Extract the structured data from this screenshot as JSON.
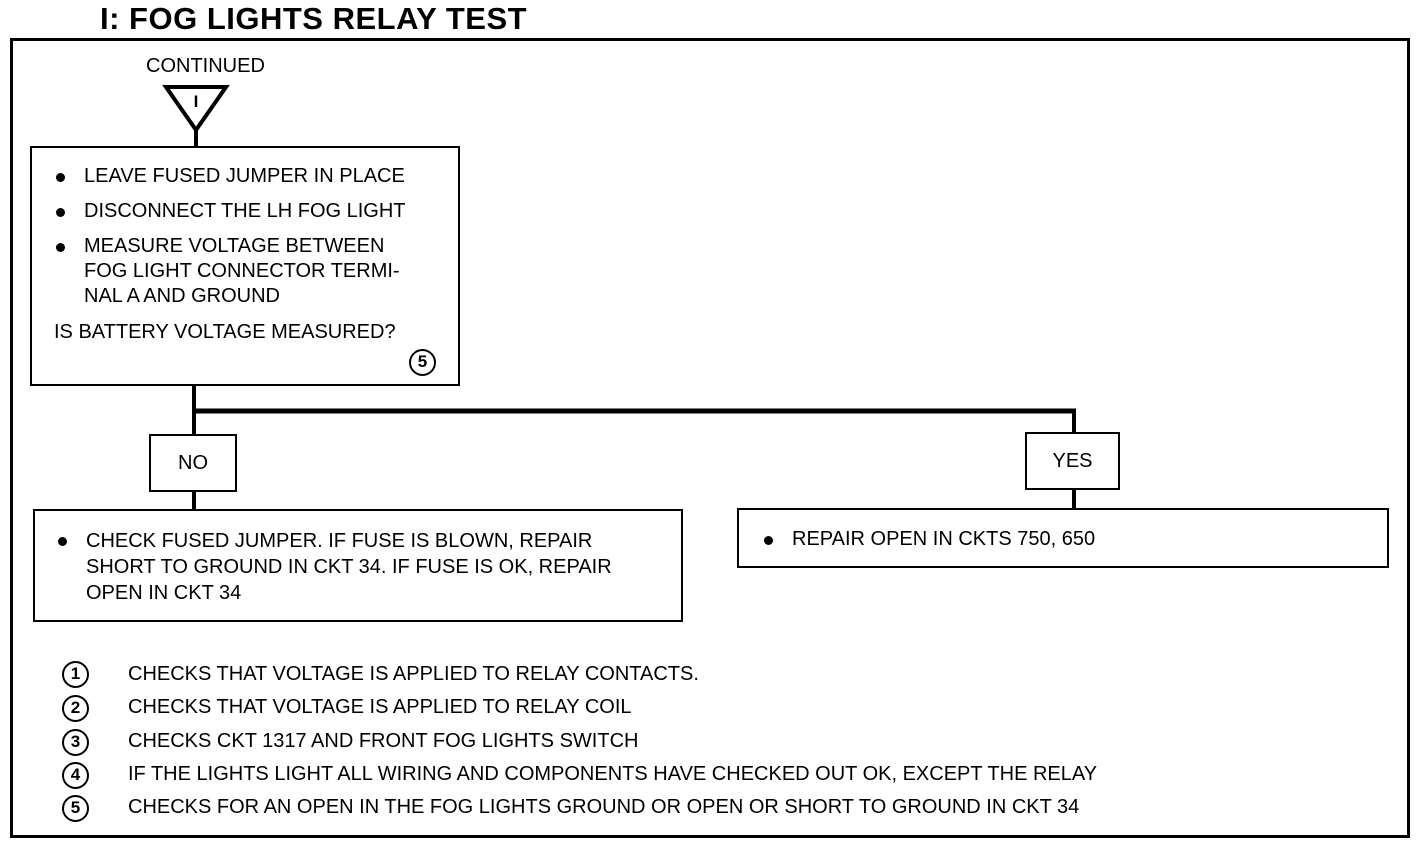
{
  "title": "I: FOG LIGHTS RELAY TEST",
  "connector": {
    "label": "CONTINUED",
    "symbol": "I"
  },
  "step_box": {
    "bullets": [
      "LEAVE FUSED JUMPER IN PLACE",
      "DISCONNECT THE LH FOG LIGHT",
      [
        "MEASURE VOLTAGE BETWEEN",
        "FOG LIGHT CONNECTOR TERMI-",
        "NAL A AND GROUND"
      ]
    ],
    "question": "IS BATTERY VOLTAGE MEASURED?",
    "note_ref": "5"
  },
  "branches": {
    "no": {
      "label": "NO",
      "result_lines": [
        "CHECK FUSED JUMPER. IF FUSE IS BLOWN, REPAIR",
        "SHORT TO GROUND IN CKT 34. IF FUSE IS OK, REPAIR",
        "OPEN IN CKT 34"
      ]
    },
    "yes": {
      "label": "YES",
      "result_lines": [
        "REPAIR OPEN IN CKTS 750, 650"
      ]
    }
  },
  "notes": [
    {
      "num": "1",
      "text": "CHECKS THAT VOLTAGE IS APPLIED TO RELAY CONTACTS."
    },
    {
      "num": "2",
      "text": "CHECKS THAT VOLTAGE IS APPLIED TO RELAY COIL"
    },
    {
      "num": "3",
      "text": "CHECKS CKT 1317 AND FRONT FOG LIGHTS SWITCH"
    },
    {
      "num": "4",
      "text": "IF THE LIGHTS LIGHT ALL WIRING AND COMPONENTS HAVE CHECKED OUT OK, EXCEPT THE RELAY"
    },
    {
      "num": "5",
      "text": "CHECKS FOR AN OPEN IN THE FOG LIGHTS GROUND OR OPEN OR SHORT TO GROUND IN CKT 34"
    }
  ]
}
